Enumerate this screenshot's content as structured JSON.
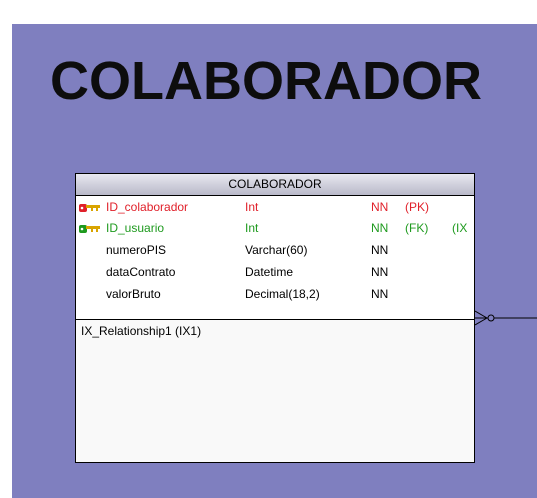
{
  "diagram_title": "COLABORADOR",
  "entity": {
    "name": "COLABORADOR",
    "attributes": [
      {
        "icon": "primary-key-icon",
        "name": "ID_colaborador",
        "type": "Int",
        "null": "NN",
        "keys": "(PK)",
        "index": "",
        "style": "pk"
      },
      {
        "icon": "foreign-key-icon",
        "name": "ID_usuario",
        "type": "Int",
        "null": "NN",
        "keys": "(FK)",
        "index": "(IX",
        "style": "fk"
      },
      {
        "icon": "",
        "name": "numeroPIS",
        "type": "Varchar(60)",
        "null": "NN",
        "keys": "",
        "index": "",
        "style": "normal"
      },
      {
        "icon": "",
        "name": "dataContrato",
        "type": "Datetime",
        "null": "NN",
        "keys": "",
        "index": "",
        "style": "normal"
      },
      {
        "icon": "",
        "name": "valorBruto",
        "type": "Decimal(18,2)",
        "null": "NN",
        "keys": "",
        "index": "",
        "style": "normal"
      }
    ],
    "indexes": [
      "IX_Relationship1 (IX1)"
    ]
  },
  "colors": {
    "canvas": "#7f7fbf",
    "primary_key": "#e0202a",
    "foreign_key": "#1e9a1e",
    "key_icon_gold": "#d9a400"
  }
}
